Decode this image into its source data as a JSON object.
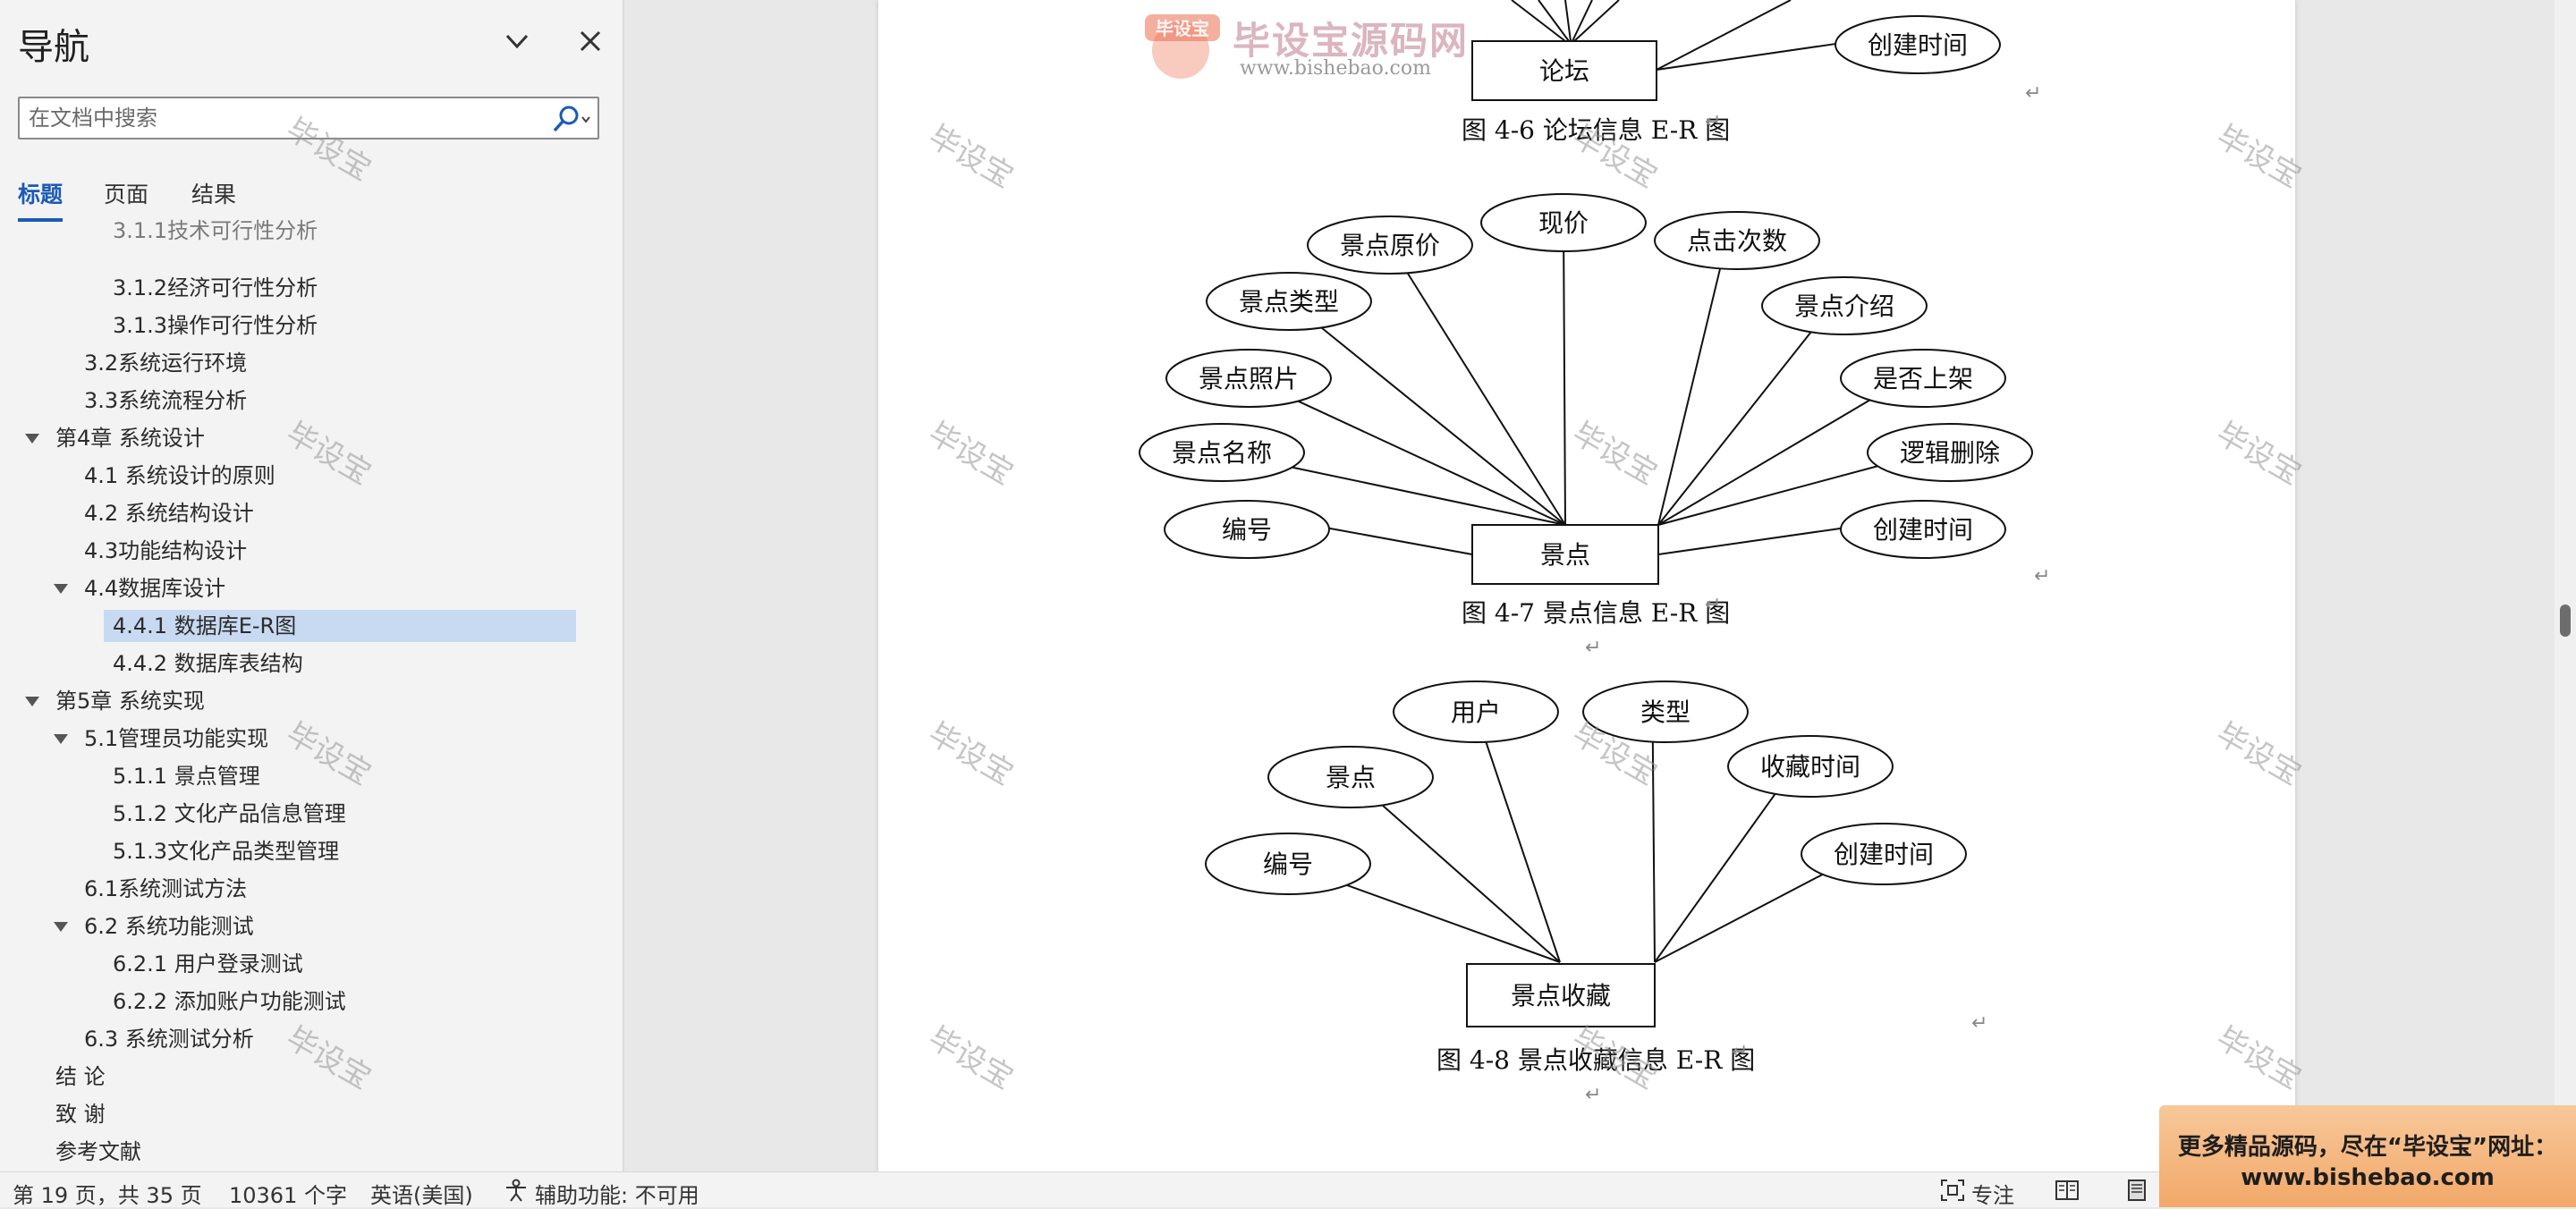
{
  "nav": {
    "title": "导航",
    "search_placeholder": "在文档中搜索",
    "tabs": [
      "标题",
      "页面",
      "结果"
    ],
    "items": [
      {
        "text": "3.1.1技术可行性分析",
        "level": 3,
        "cut": true
      },
      {
        "text": "3.1.2经济可行性分析",
        "level": 3
      },
      {
        "text": "3.1.3操作可行性分析",
        "level": 3
      },
      {
        "text": "3.2系统运行环境",
        "level": 2
      },
      {
        "text": "3.3系统流程分析",
        "level": 2
      },
      {
        "text": "第4章 系统设计",
        "level": 1,
        "expanded": true
      },
      {
        "text": "4.1 系统设计的原则",
        "level": 2
      },
      {
        "text": "4.2 系统结构设计",
        "level": 2
      },
      {
        "text": "4.3功能结构设计",
        "level": 2
      },
      {
        "text": "4.4数据库设计",
        "level": 2,
        "expanded": true
      },
      {
        "text": "4.4.1 数据库E-R图",
        "level": 3,
        "selected": true
      },
      {
        "text": "4.4.2 数据库表结构",
        "level": 3
      },
      {
        "text": "第5章 系统实现",
        "level": 1,
        "expanded": true
      },
      {
        "text": "5.1管理员功能实现",
        "level": 2,
        "expanded": true
      },
      {
        "text": "5.1.1 景点管理",
        "level": 3
      },
      {
        "text": "5.1.2 文化产品信息管理",
        "level": 3
      },
      {
        "text": "5.1.3文化产品类型管理",
        "level": 3
      },
      {
        "text": "6.1系统测试方法",
        "level": 2
      },
      {
        "text": "6.2 系统功能测试",
        "level": 2,
        "expanded": true
      },
      {
        "text": "6.2.1 用户登录测试",
        "level": 3
      },
      {
        "text": "6.2.2 添加账户功能测试",
        "level": 3
      },
      {
        "text": "6.3 系统测试分析",
        "level": 2
      },
      {
        "text": "结  论",
        "level": 1
      },
      {
        "text": "致  谢",
        "level": 1
      },
      {
        "text": "参考文献",
        "level": 1
      }
    ]
  },
  "document": {
    "diagrams": [
      {
        "entity": "论坛",
        "attributes": [
          "创建时间"
        ],
        "caption": "图 4-6 论坛信息 E-R 图"
      },
      {
        "entity": "景点",
        "attributes": [
          "景点原价",
          "现价",
          "点击次数",
          "景点类型",
          "景点介绍",
          "景点照片",
          "是否上架",
          "景点名称",
          "逻辑删除",
          "编号",
          "创建时间"
        ],
        "caption": "图 4-7 景点信息 E-R 图"
      },
      {
        "entity": "景点收藏",
        "attributes": [
          "用户",
          "类型",
          "景点",
          "收藏时间",
          "编号",
          "创建时间"
        ],
        "caption": "图 4-8 景点收藏信息 E-R 图"
      }
    ],
    "watermark": "毕设宝",
    "logo_title": "毕设宝源码网",
    "logo_url": "www.bishebao.com",
    "logo_badge": "毕设宝"
  },
  "status": {
    "page": "第 19 页，共 35 页",
    "words": "10361 个字",
    "language": "英语(美国)",
    "accessibility": "辅助功能: 不可用",
    "focus": "专注"
  },
  "ad": {
    "line1": "更多精品源码，尽在“毕设宝”网址：",
    "line2": "www.bishebao.com"
  },
  "colors": {
    "accent": "#1a5bb5",
    "selected_bg": "#c8d9f2",
    "ad_bg": "#f2a869"
  }
}
